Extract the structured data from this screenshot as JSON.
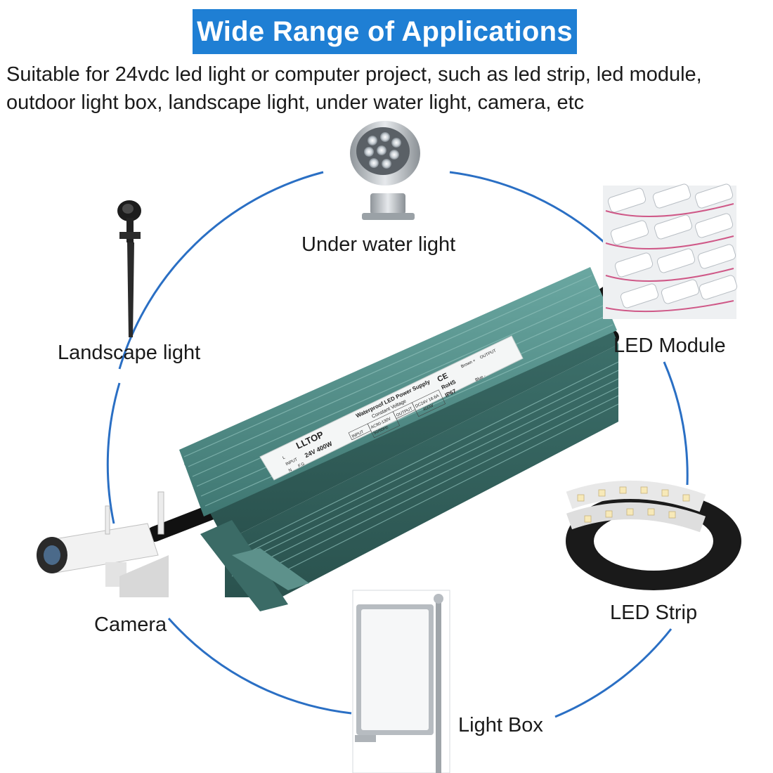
{
  "header": {
    "title": "Wide Range of Applications",
    "description_line1": "Suitable for 24vdc led light or computer project, such as led strip, led module,",
    "description_line2": "outdoor light box, landscape light, under water light, camera, etc"
  },
  "applications": {
    "under_water": "Under water light",
    "landscape": "Landscape light",
    "led_module": "LED Module",
    "camera": "Camera",
    "led_strip": "LED Strip",
    "light_box": "Light Box"
  },
  "power_supply_label": {
    "brand": "LLTOP",
    "model": "24V 400W",
    "type": "Waterproof LED Power Supply",
    "mode": "Constant Voltage",
    "input_tag": "INPUT",
    "input_value": "AC90-130V",
    "input_freq": "50/60Hz",
    "output_tag": "OUTPUT",
    "output_value": "DC24V 16.6A",
    "output_power": "400W",
    "ce_mark": "CE",
    "rohs": "RoHS",
    "ip_rating": "IP67",
    "output_side": "OUTPUT",
    "brown_plus": "Brown +",
    "blue_minus": "Blue -",
    "input_side": "INPUT",
    "pin_l": "L",
    "pin_n": "N",
    "pin_fg": "F.G"
  },
  "colors": {
    "banner": "#1f7fd4",
    "circle": "#2a6fc4",
    "housing": "#4c8a85"
  }
}
